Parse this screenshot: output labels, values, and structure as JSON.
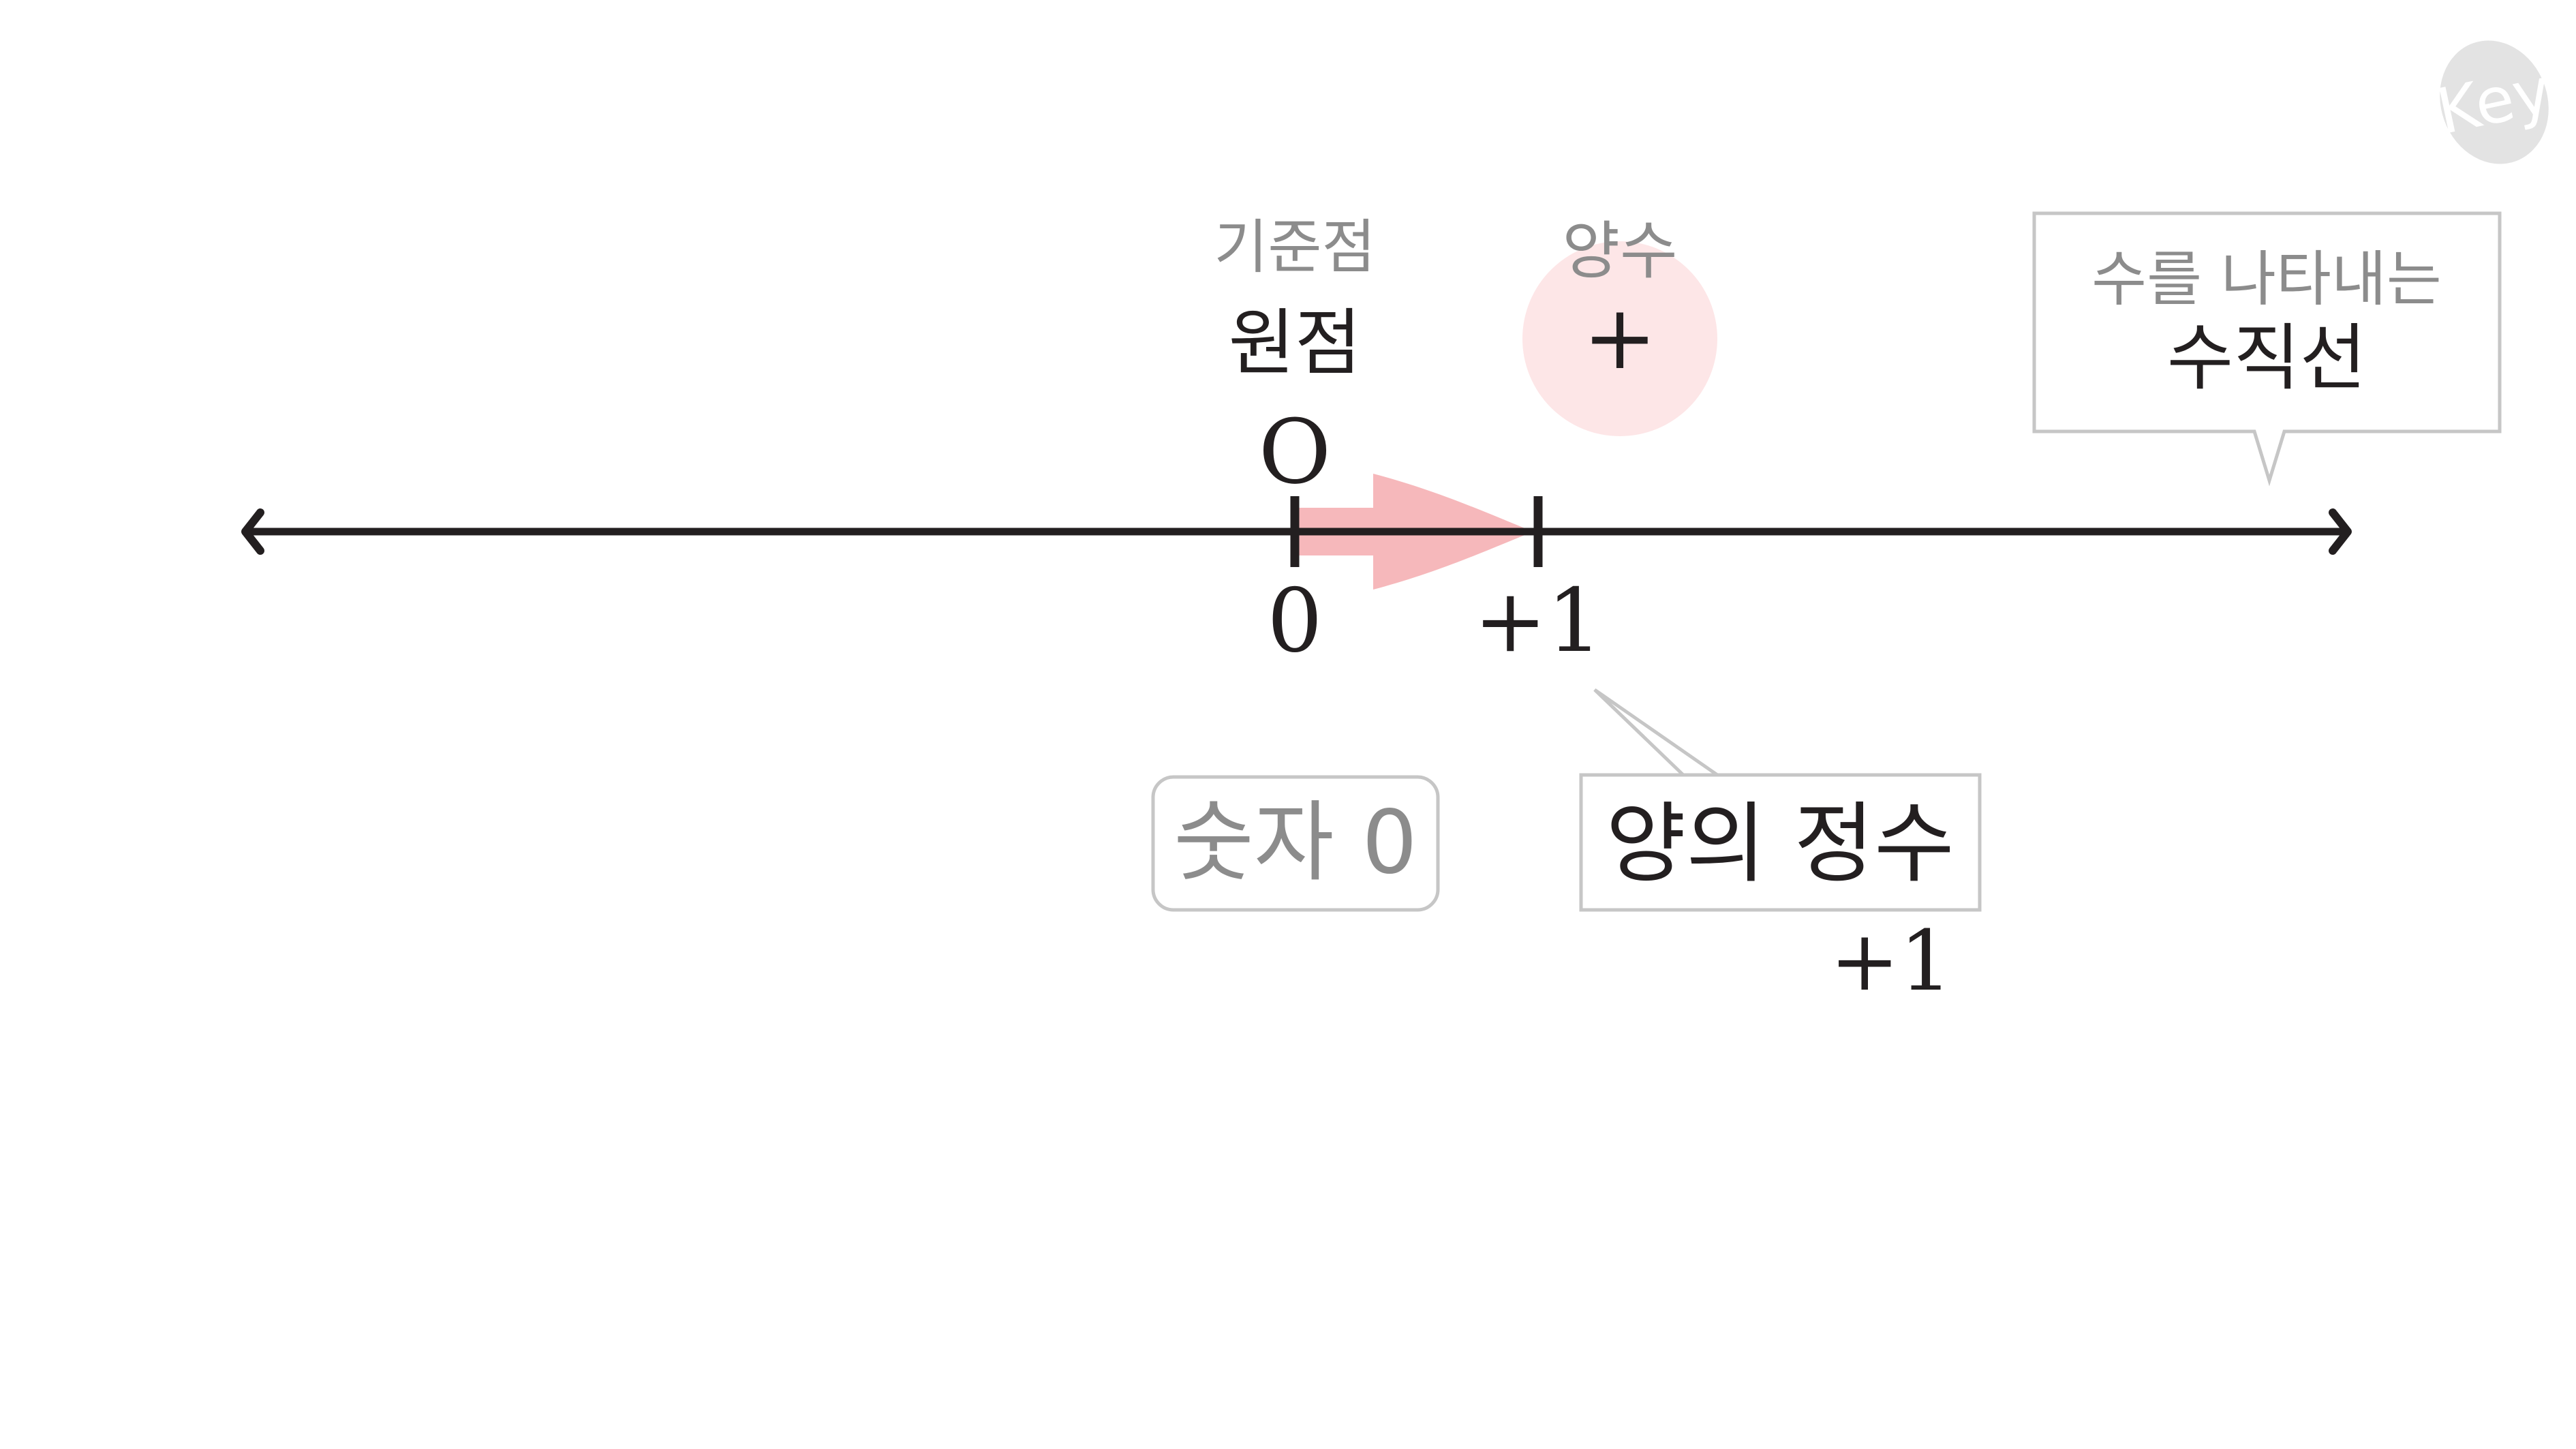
{
  "logo": {
    "text": "Key"
  },
  "callout_top": {
    "subtitle": "수를 나타내는",
    "title": "수직선"
  },
  "origin": {
    "caption": "기준점",
    "title": "원점",
    "symbol": "O"
  },
  "positive": {
    "caption": "양수",
    "sign": "+"
  },
  "ticks": [
    {
      "label": "0"
    },
    {
      "label": "+1"
    }
  ],
  "box_zero": {
    "text": "숫자 0"
  },
  "box_positive": {
    "title": "양의 정수",
    "value": "+1"
  },
  "colors": {
    "line": "#231f20",
    "arrow_fill": "#f6b8bb",
    "circle_fill": "#fde6e7",
    "gray_text": "#8c8c8c",
    "box_border": "#c6c6c6",
    "logo_fill": "#e3e3e3"
  }
}
